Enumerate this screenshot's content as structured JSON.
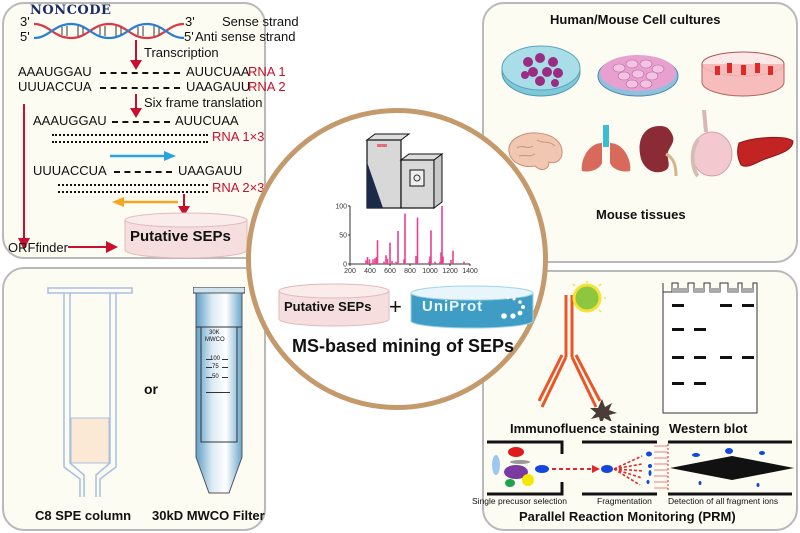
{
  "panels": {
    "sep_prediction": {
      "database_logo": "NONCODE",
      "dna": {
        "left_top": "3'",
        "left_bottom": "5'",
        "right_top": "3'",
        "right_bottom": "5'",
        "sense_label": "Sense strand",
        "antisense_label": "Anti sense strand"
      },
      "step_transcription": "Transcription",
      "rna_lines": [
        {
          "left": "AAAUGGAU",
          "right": "AUUCUAA",
          "tag": "RNA 1"
        },
        {
          "left": "UUUACCUA",
          "right": "UAAGAUU",
          "tag": "RNA 2"
        }
      ],
      "step_translation": "Six frame translation",
      "frames": [
        {
          "left": "AAAUGGAU",
          "right": "AUUCUAA",
          "tag": "RNA 1×3",
          "direction": "forward"
        },
        {
          "left": "UUUACCUA",
          "right": "UAAGAUU",
          "tag": "RNA 2×3",
          "direction": "reverse"
        }
      ],
      "orffinder_label": "ORFfinder",
      "output_db": "Putative SEPs"
    },
    "samples": {
      "cell_title": "Human/Mouse Cell cultures",
      "cell_icons": [
        "petri-dish-round-cells",
        "petri-dish-epithelial-cells",
        "petri-dish-red-cells"
      ],
      "tissue_icons": [
        "brain",
        "lung",
        "kidney",
        "testis",
        "liver"
      ],
      "tissue_title": "Mouse tissues"
    },
    "enrichment": {
      "left_label": "C8 SPE column",
      "or_label": "or",
      "right_label": "30kD MWCO Filter",
      "filter_text": [
        "30K",
        "MWCO"
      ],
      "filter_marks": [
        "100",
        "75",
        "50"
      ]
    },
    "validation": {
      "immuno_label": "Immunofluence staining",
      "western_label": "Western blot",
      "western_bands": [
        [
          1,
          0,
          1,
          1
        ],
        [
          1,
          1,
          0,
          0
        ],
        [
          1,
          1,
          1,
          1
        ],
        [
          1,
          1,
          0,
          0
        ]
      ],
      "prm_steps": [
        "Single precusor selection",
        "Fragmentation",
        "Detection of all fragment ions"
      ],
      "prm_title": "Parallel Reaction Monitoring (PRM)"
    }
  },
  "center": {
    "db_left": "Putative SEPs",
    "plus": "+",
    "db_right": "UniProt",
    "title": "MS-based mining of SEPs"
  },
  "chart_data": {
    "type": "bar",
    "title": "",
    "xlabel": "",
    "ylabel": "",
    "xlim": [
      200,
      1400
    ],
    "ylim": [
      0,
      100
    ],
    "x_ticks": [
      "200",
      "400",
      "600",
      "800",
      "1000",
      "1200",
      "1400"
    ],
    "y_ticks": [
      "0",
      "50",
      "100"
    ],
    "x": [
      360,
      375,
      395,
      430,
      450,
      465,
      475,
      540,
      560,
      575,
      600,
      620,
      660,
      680,
      740,
      750,
      860,
      875,
      990,
      1000,
      1010,
      1050,
      1100,
      1110,
      1120,
      1130,
      1210,
      1230,
      1340
    ],
    "values": [
      6,
      12,
      8,
      8,
      10,
      12,
      41,
      4,
      15,
      9,
      37,
      5,
      4,
      57,
      8,
      87,
      14,
      80,
      4,
      13,
      58,
      4,
      4,
      20,
      100,
      13,
      7,
      23,
      4
    ]
  }
}
